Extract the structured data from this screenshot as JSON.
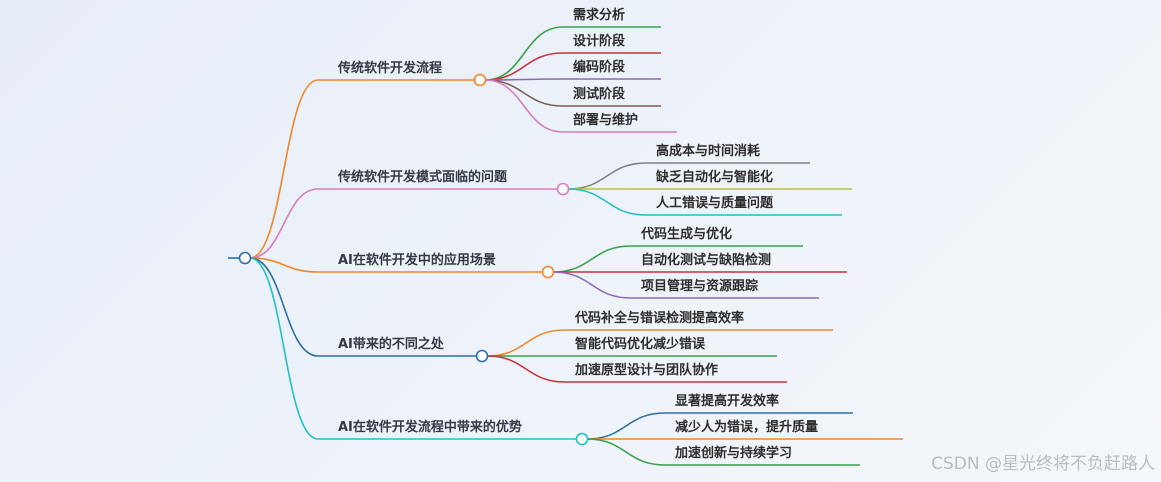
{
  "mindmap": {
    "branches": [
      {
        "label": "传统软件开发流程",
        "color": "#f0862a",
        "children": [
          {
            "label": "需求分析",
            "color": "#37a24a"
          },
          {
            "label": "设计阶段",
            "color": "#c8333c"
          },
          {
            "label": "编码阶段",
            "color": "#8c6bb1"
          },
          {
            "label": "测试阶段",
            "color": "#7d5a52"
          },
          {
            "label": "部署与维护",
            "color": "#d97cbf"
          }
        ]
      },
      {
        "label": "传统软件开发模式面临的问题",
        "color": "#d97cbf",
        "children": [
          {
            "label": "高成本与时间消耗",
            "color": "#7f7f7f"
          },
          {
            "label": "缺乏自动化与智能化",
            "color": "#b6c33a"
          },
          {
            "label": "人工错误与质量问题",
            "color": "#22bfc9"
          }
        ]
      },
      {
        "label": "AI在软件开发中的应用场景",
        "color": "#f0862a",
        "children": [
          {
            "label": "代码生成与优化",
            "color": "#37a24a"
          },
          {
            "label": "自动化测试与缺陷检测",
            "color": "#c8333c"
          },
          {
            "label": "项目管理与资源跟踪",
            "color": "#8c6bb1"
          }
        ]
      },
      {
        "label": "AI带来的不同之处",
        "color": "#2a6fa8",
        "children": [
          {
            "label": "代码补全与错误检测提高效率",
            "color": "#f0862a"
          },
          {
            "label": "智能代码优化减少错误",
            "color": "#37a24a"
          },
          {
            "label": "加速原型设计与团队协作",
            "color": "#c8333c"
          }
        ]
      },
      {
        "label": "AI在软件开发流程中带来的优势",
        "color": "#22bfc9",
        "children": [
          {
            "label": "显著提高开发效率",
            "color": "#2a6fa8"
          },
          {
            "label": "减少人为错误，提升质量",
            "color": "#f0862a"
          },
          {
            "label": "加速创新与持续学习",
            "color": "#37a24a"
          }
        ]
      }
    ]
  },
  "watermark": "CSDN @星光终将不负赶路人"
}
